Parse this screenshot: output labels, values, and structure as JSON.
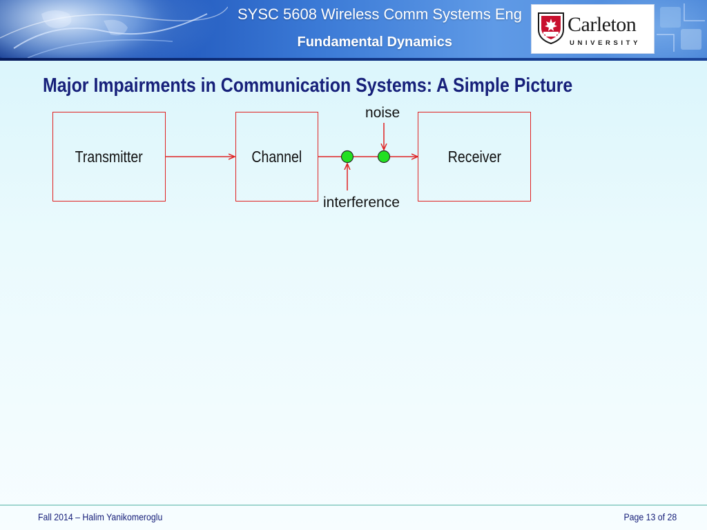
{
  "header": {
    "course_title": "SYSC 5608 Wireless Comm Systems Eng",
    "section_title": "Fundamental Dynamics",
    "logo": {
      "name": "Carleton",
      "subtitle": "UNIVERSITY",
      "brand_color": "#c8102e"
    }
  },
  "slide": {
    "title": "Major Impairments in Communication Systems: A Simple Picture"
  },
  "diagram": {
    "blocks": {
      "transmitter": "Transmitter",
      "channel": "Channel",
      "receiver": "Receiver"
    },
    "inputs": {
      "noise": "noise",
      "interference": "interference"
    },
    "colors": {
      "block_border": "#e02020",
      "arrow": "#e02020",
      "summing_node": "#22e022"
    }
  },
  "footer": {
    "left": "Fall 2014 – Halim Yanikomeroglu",
    "right": "Page 13 of 28"
  },
  "colors": {
    "title": "#17207a",
    "header_blue": "#1d52b8"
  }
}
